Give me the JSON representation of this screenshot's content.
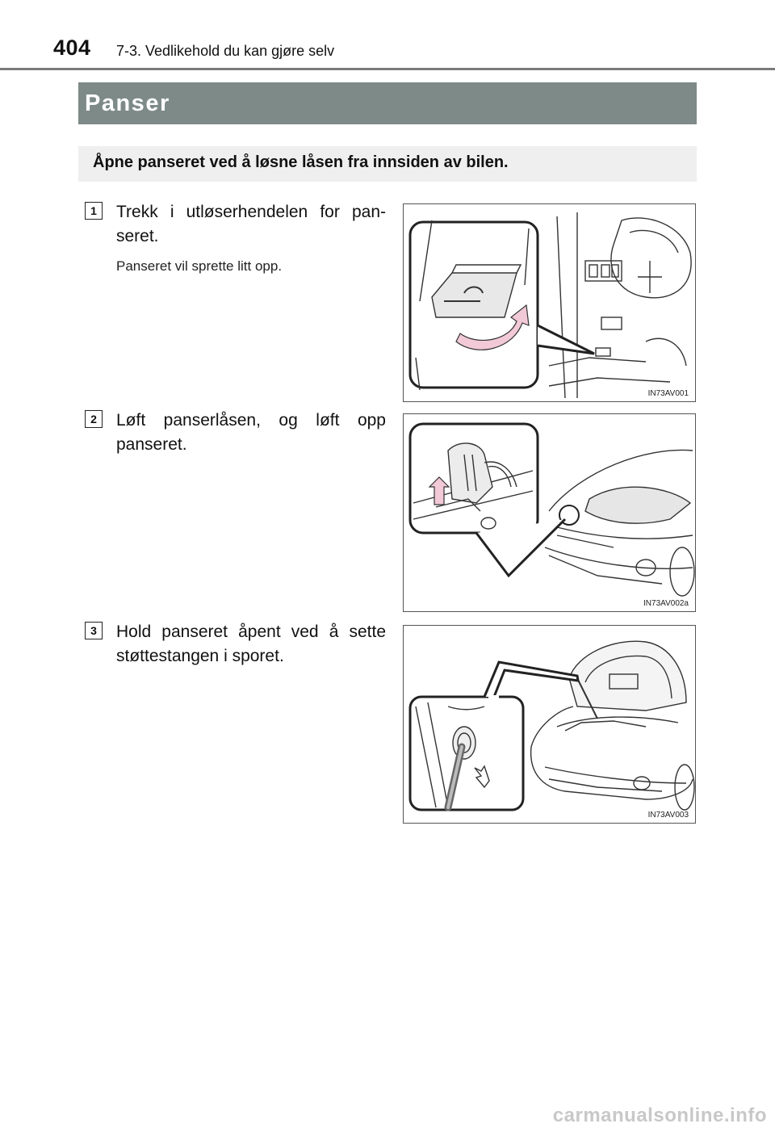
{
  "header": {
    "page_number": "404",
    "chapter": "7-3. Vedlikehold du kan gjøre selv"
  },
  "section": {
    "title": "Panser",
    "intro": "Åpne panseret ved å løsne låsen fra innsiden av bilen."
  },
  "steps": [
    {
      "number": "1",
      "text": "Trekk i utløserhendelen for pan-seret.",
      "note": "Panseret vil sprette litt opp.",
      "figure_code": "IN73AV001"
    },
    {
      "number": "2",
      "text": "Løft panserlåsen, og løft opp panseret.",
      "figure_code": "IN73AV002a"
    },
    {
      "number": "3",
      "text": "Hold panseret åpent ved å sette støttestangen i sporet.",
      "figure_code": "IN73AV003"
    }
  ],
  "footer": {
    "watermark": "carmanualsonline.info"
  },
  "colors": {
    "banner": "#7d8a88",
    "intro_box": "#efefef",
    "arrow_pink": "#f2c9d6"
  }
}
